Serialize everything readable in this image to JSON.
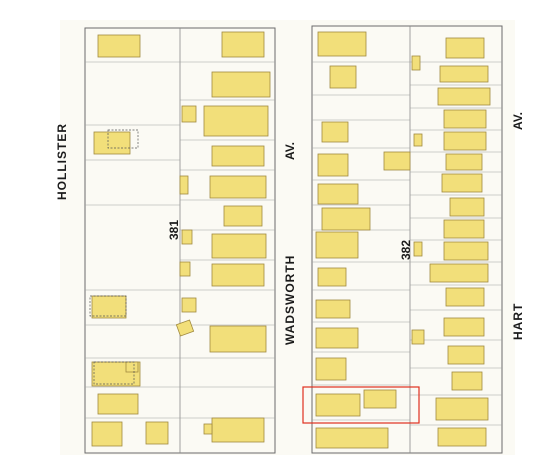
{
  "map": {
    "streets": {
      "hollister": "HOLLISTER",
      "wadsworth": "WADSWORTH",
      "wadsworth_av": "AV.",
      "hart": "HART",
      "hart_av": "AV."
    },
    "blocks": {
      "left": "381",
      "right": "382"
    },
    "colors": {
      "paper": "#fbfaf4",
      "dwelling": "#f2df7a",
      "dwelling_outline": "#a08a40",
      "lot_line": "#9a9a9a",
      "block_outline": "#6b6b6b",
      "highlight": "#e0301e"
    },
    "highlight_box": {
      "description_visible": false
    }
  }
}
